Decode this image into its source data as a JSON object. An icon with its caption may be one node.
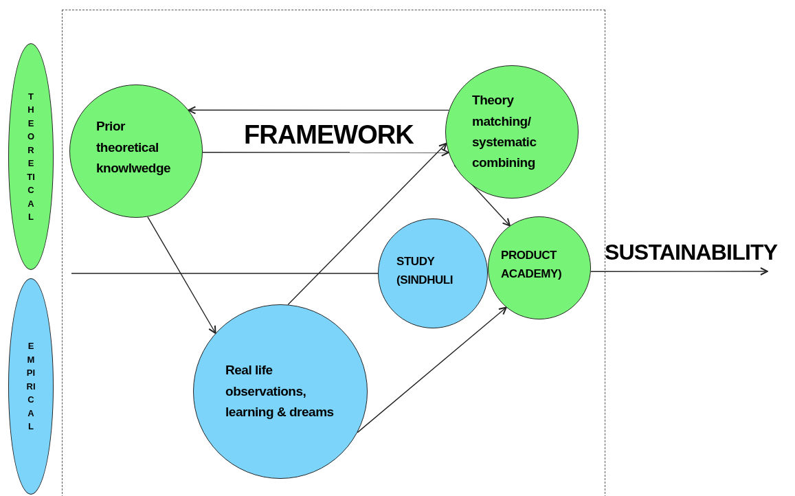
{
  "diagram": {
    "nodes": [
      {
        "text": [
          "THEORETICAL"
        ]
      },
      {
        "text": [
          "EMPIRICAL"
        ]
      },
      {
        "text": [
          "Prior theoretical knowlwedge"
        ]
      },
      {
        "text": [
          "Theory matching/ systematic combining"
        ]
      },
      {
        "text": [
          "STUDY (SINDHULI"
        ]
      },
      {
        "text": [
          "PRODUCT ACADEMY)"
        ]
      },
      {
        "text": [
          "Real life observations, learning & dreams"
        ]
      },
      {
        "text": [
          "SUSTAINABILITY"
        ]
      }
    ],
    "edges": [
      {
        "from": 3,
        "to": 2,
        "arrow": "to"
      },
      {
        "from": 2,
        "to": 3,
        "arrow": "to"
      },
      {
        "from": 2,
        "to": 6,
        "arrow": "to"
      },
      {
        "from": 6,
        "to": 3,
        "arrow": "to"
      },
      {
        "from": 3,
        "to": 5,
        "arrow": "to"
      },
      {
        "from": 6,
        "to": 5,
        "arrow": "to"
      },
      {
        "from": null,
        "to": 4,
        "arrow": "none"
      },
      {
        "from": 5,
        "to": 7,
        "arrow": "to"
      }
    ],
    "labels": [
      "FRAMEWORK"
    ]
  }
}
